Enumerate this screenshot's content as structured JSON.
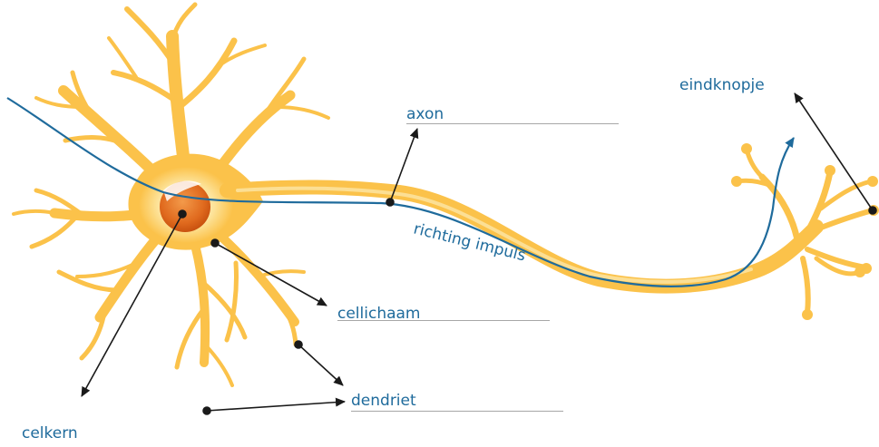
{
  "labels": {
    "axon": "axon",
    "direction": "richting impuls",
    "cell_body": "cellichaam",
    "dendrite": "dendriet",
    "nucleus": "celkern",
    "terminal": "eindknopje"
  },
  "colors": {
    "neuron_fill": "#fbc24a",
    "neuron_light": "#fde6a6",
    "nucleus_fill": "#e06a1e",
    "impulse_line": "#1f6b9c",
    "label_text": "#1f6b9c",
    "pointer": "#1a1a1a",
    "answer_line": "#a7a7a7"
  }
}
